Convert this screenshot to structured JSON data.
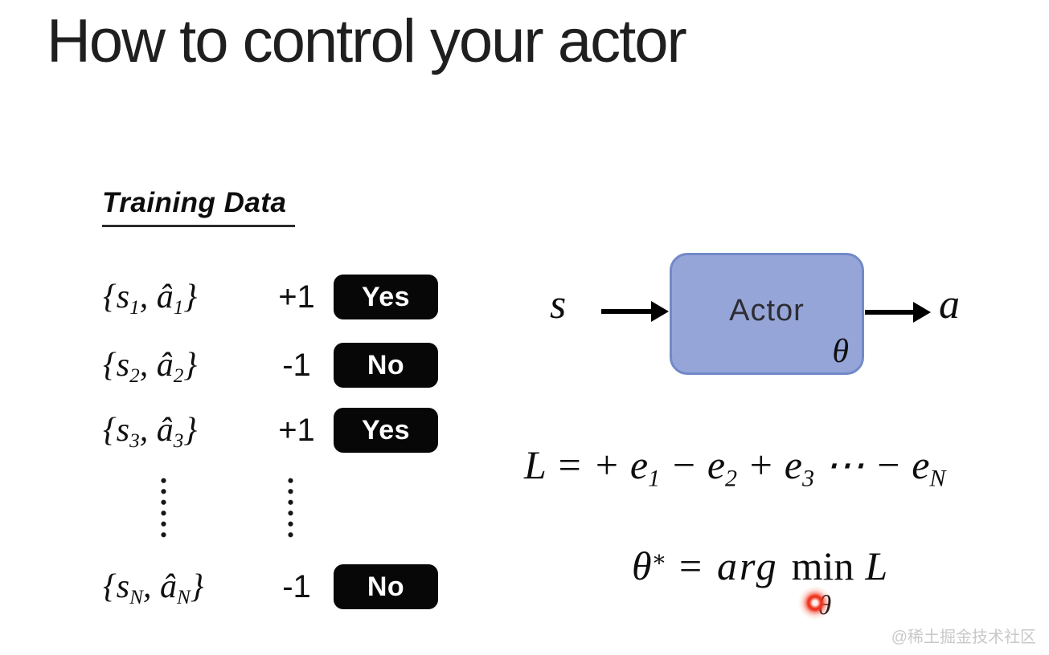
{
  "slide": {
    "title": "How to control your actor",
    "watermark": "@稀土掘金技术社区"
  },
  "training": {
    "heading": "Training Data",
    "pair": {
      "open": "{",
      "sep": ", ",
      "close": "}"
    },
    "rows": [
      {
        "s": "s",
        "s_sub": "1",
        "a": "â",
        "a_sub": "1",
        "weight": "+1",
        "verdict": "Yes"
      },
      {
        "s": "s",
        "s_sub": "2",
        "a": "â",
        "a_sub": "2",
        "weight": "-1",
        "verdict": "No"
      },
      {
        "s": "s",
        "s_sub": "3",
        "a": "â",
        "a_sub": "3",
        "weight": "+1",
        "verdict": "Yes"
      },
      {
        "s": "s",
        "s_sub": "N",
        "a": "â",
        "a_sub": "N",
        "weight": "-1",
        "verdict": "No"
      }
    ],
    "ellipsis_icon": "vertical-ellipsis"
  },
  "diagram": {
    "input": "s",
    "box_label": "Actor",
    "box_param": "θ",
    "output": "a",
    "box_fill": "#96A5D8",
    "box_border": "#7289C8"
  },
  "formulas": {
    "loss": {
      "p0": "L = + e",
      "s0": "1",
      "p1": " − e",
      "s1": "2",
      "p2": " + e",
      "s2": "3",
      "p3": " ⋯ − e",
      "s3": "N"
    },
    "argmin": {
      "theta": "θ",
      "star": "∗",
      "eq": " = ",
      "arg": "arg",
      "min": "min",
      "min_sub": "θ",
      "L": "L"
    }
  },
  "pointer": {
    "laser_color": "#EE3520"
  },
  "colors": {
    "badge_bg": "#070707",
    "badge_text": "#FFFFFF",
    "text": "#151515"
  }
}
